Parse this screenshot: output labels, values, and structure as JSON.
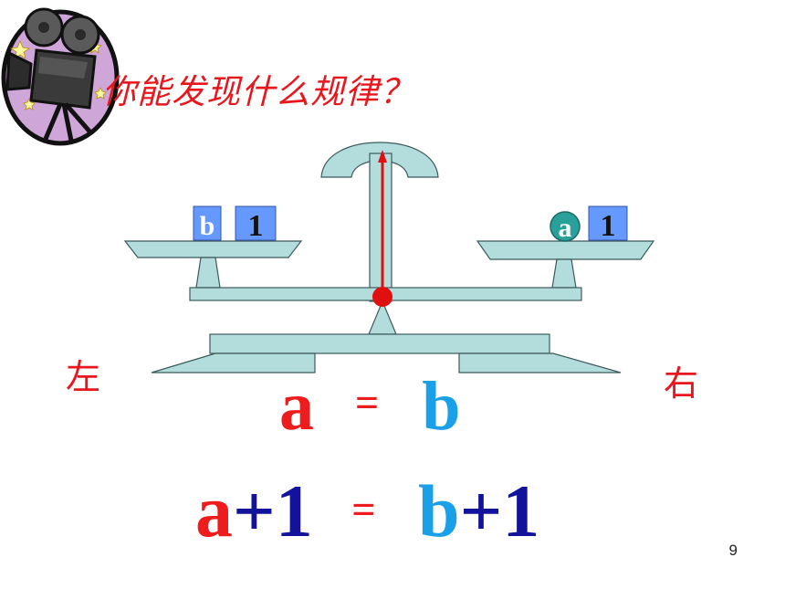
{
  "title": "你能发现什么规律？",
  "left_label": "左",
  "right_label": "右",
  "left_pan": {
    "block_b": "b",
    "block_one": "1"
  },
  "right_pan": {
    "ball_a": "a",
    "block_one": "1"
  },
  "equation1": {
    "left": "a",
    "sign": "=",
    "right": "b"
  },
  "equation2": {
    "left_var": "a",
    "left_plus_one": "+1",
    "sign": "=",
    "right_var": "b",
    "right_plus_one": "+1"
  },
  "page_number": "9",
  "colors": {
    "title": "#e8161d",
    "scale_fill": "#b3dcdc",
    "block": "#6699ff",
    "ball": "#2aa09a",
    "var_a": "#ee1c1c",
    "var_b": "#1aa0e8",
    "constant": "#12129a"
  },
  "icons": [
    "movie-camera-icon",
    "balance-scale"
  ]
}
